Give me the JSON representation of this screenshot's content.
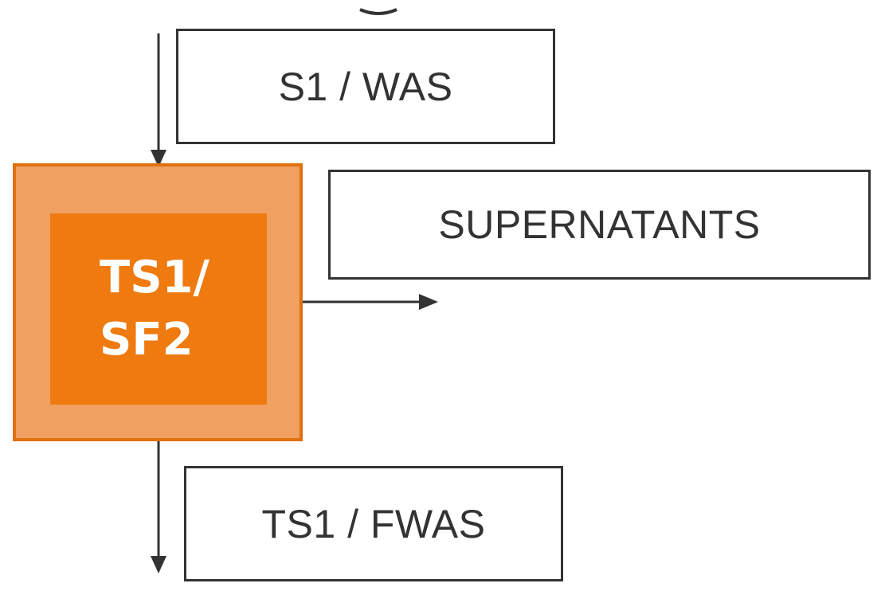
{
  "diagram": {
    "nodes": {
      "s1_was": {
        "label": "S1 / WAS"
      },
      "supernatants": {
        "label": "SUPERNATANTS"
      },
      "ts1_fwas": {
        "label": "TS1 / FWAS"
      },
      "process": {
        "line1": "TS1/",
        "line2": "SF2"
      }
    },
    "edges": [
      {
        "from": "S1 / WAS",
        "to": "TS1/SF2"
      },
      {
        "from": "TS1/SF2",
        "to": "SUPERNATANTS"
      },
      {
        "from": "TS1/SF2",
        "to": "TS1 / FWAS"
      }
    ],
    "colors": {
      "process_fill": "#ee7a10",
      "process_outer": "#f0a060",
      "process_border": "#e07010",
      "line": "#333333"
    }
  }
}
